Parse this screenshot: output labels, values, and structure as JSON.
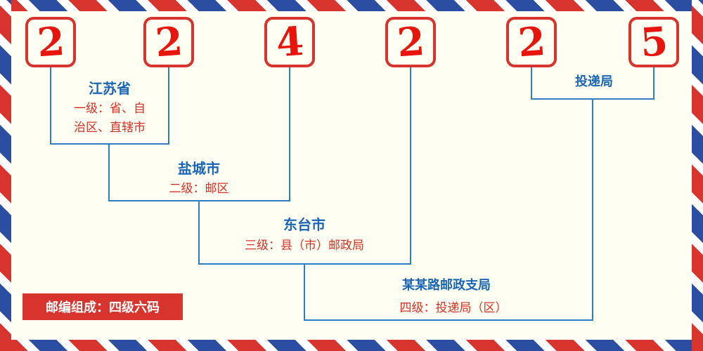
{
  "postal_code": {
    "digits": [
      "2",
      "2",
      "4",
      "2",
      "2",
      "5"
    ]
  },
  "labels": {
    "province": {
      "title": "江苏省",
      "desc_line1": "一级：省、自",
      "desc_line2": "治区、直辖市"
    },
    "postal_zone": {
      "title": "盐城市",
      "desc": "二级：邮区"
    },
    "county": {
      "title": "东台市",
      "desc": "三级：县（市）邮政局"
    },
    "delivery_branch": {
      "title": "某某路邮政支局",
      "desc": "四级：投递局（区）"
    },
    "delivery_office": {
      "title": "投递局"
    }
  },
  "badge": {
    "text": "邮编组成：四级六码"
  },
  "colors": {
    "background": "#fffef2",
    "stripe_red": "#d6342c",
    "stripe_blue": "#2b4ea2",
    "digit_red": "#e8150c",
    "box_border_red": "#d6342c",
    "label_blue": "#1a66b4",
    "desc_red": "#d93025",
    "line_blue": "#2e7cc4",
    "badge_bg": "#d6342c",
    "badge_text": "#ffffff"
  }
}
